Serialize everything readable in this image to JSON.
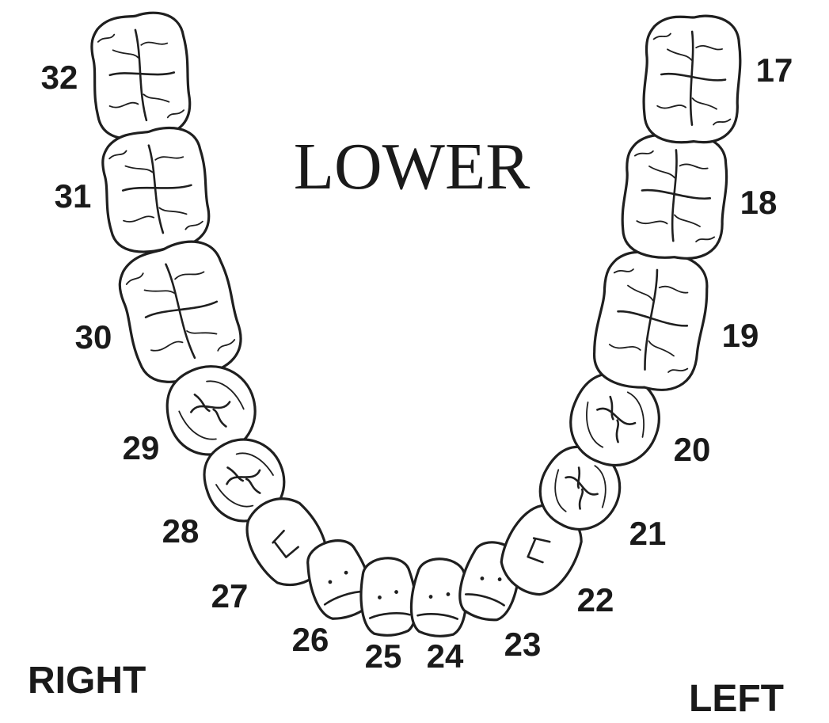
{
  "diagram": {
    "title": "LOWER",
    "side_right": "RIGHT",
    "side_left": "LEFT"
  },
  "teeth": [
    {
      "number": "32",
      "kind": "molar"
    },
    {
      "number": "31",
      "kind": "molar"
    },
    {
      "number": "30",
      "kind": "molar"
    },
    {
      "number": "29",
      "kind": "premolar"
    },
    {
      "number": "28",
      "kind": "premolar"
    },
    {
      "number": "27",
      "kind": "canine"
    },
    {
      "number": "26",
      "kind": "incisor"
    },
    {
      "number": "25",
      "kind": "incisor"
    },
    {
      "number": "24",
      "kind": "incisor"
    },
    {
      "number": "23",
      "kind": "incisor"
    },
    {
      "number": "22",
      "kind": "canine"
    },
    {
      "number": "21",
      "kind": "premolar"
    },
    {
      "number": "20",
      "kind": "premolar"
    },
    {
      "number": "19",
      "kind": "molar"
    },
    {
      "number": "18",
      "kind": "molar"
    },
    {
      "number": "17",
      "kind": "molar"
    }
  ],
  "colors": {
    "ink": "#1f1f1f",
    "background": "#ffffff"
  }
}
